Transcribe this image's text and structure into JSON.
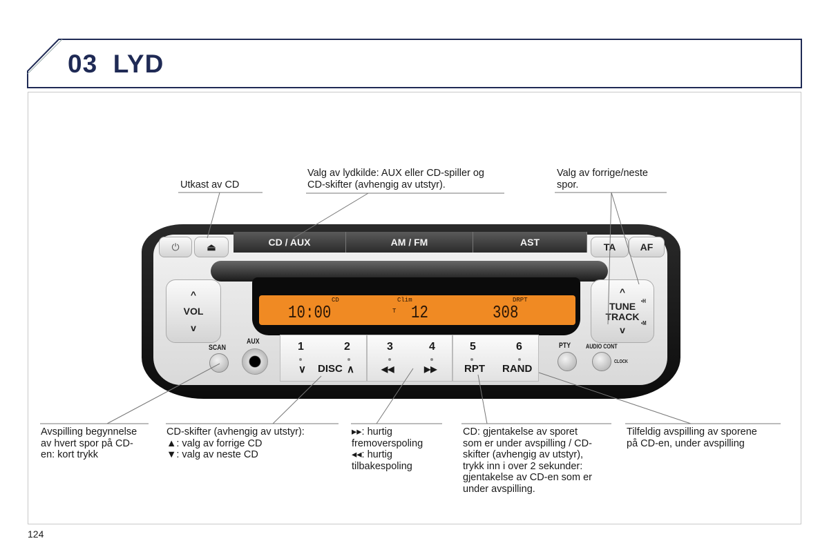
{
  "header": {
    "title": "03  LYD"
  },
  "radio": {
    "top_buttons": {
      "power": "⏻",
      "eject": "⏏",
      "cd_aux": "CD / AUX",
      "am_fm": "AM / FM",
      "ast": "AST",
      "ta": "TA",
      "af": "AF"
    },
    "display": {
      "time": "10:00",
      "cd": "CD",
      "clim": "Clim",
      "t": "T",
      "temp": "12",
      "drpt": "DRPT",
      "track": "308"
    },
    "vol": {
      "up": "^",
      "label": "VOL",
      "down": "v"
    },
    "tune": {
      "up": "^",
      "label1": "TUNE",
      "label2": "TRACK",
      "down": "v",
      "h": "•H",
      "m": "•M"
    },
    "scan": "SCAN",
    "aux": "AUX",
    "presets": [
      {
        "n": "1"
      },
      {
        "n": "2"
      },
      {
        "n": "3"
      },
      {
        "n": "4"
      },
      {
        "n": "5"
      },
      {
        "n": "6"
      }
    ],
    "disc": {
      "down": "∨",
      "label": "DISC",
      "up": "∧"
    },
    "rew": "◀◀",
    "ffwd": "▶▶",
    "rpt": "RPT",
    "rand": "RAND",
    "pty": "PTY",
    "audio_cont": "AUDIO CONT",
    "clock": "CLOCK"
  },
  "callouts": {
    "eject": "Utkast av CD",
    "source": [
      "Valg av lydkilde: AUX eller CD-spiller og",
      "CD-skifter (avhengig av utstyr)."
    ],
    "track": [
      "Valg av forrige/neste",
      "spor."
    ],
    "scan": [
      "Avspilling begynnelse",
      "av hvert spor på CD-",
      "en: kort trykk"
    ],
    "disc": [
      "CD-skifter (avhengig av utstyr):",
      "▲: valg av forrige CD",
      "▼: valg av neste CD"
    ],
    "seek": [
      "▸▸: hurtig",
      "fremoverspoling",
      "◂◂: hurtig",
      "tilbakespoling"
    ],
    "rpt": [
      "CD: gjentakelse av sporet",
      "som er under avspilling / CD-",
      "skifter (avhengig av utstyr),",
      "trykk inn i over 2 sekunder:",
      "gjentakelse av CD-en som er",
      "under avspilling."
    ],
    "rand": [
      "Tilfeldig avspilling av sporene",
      "på CD-en, under avspilling"
    ]
  },
  "page_number": "124"
}
